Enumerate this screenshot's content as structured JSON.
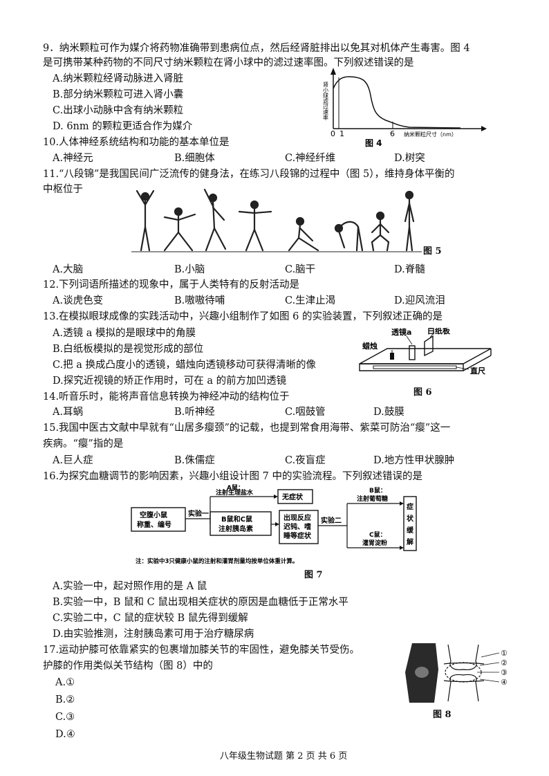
{
  "q9": {
    "stem1": "9．纳米颗粒可作为媒介将药物准确带到患病位点，然后经肾脏排出以免其对机体产生毒害。图 4",
    "stem2": "是可携带某种药物的不同尺寸纳米颗粒在肾小球中的滤过速率图。下列叙述错误的是",
    "opts": [
      "A.纳米颗粒经肾动脉进入肾脏",
      "B.部分纳米颗粒可进入肾小囊",
      "C.出球小动脉中含有纳米颗粒",
      "D. 6nm 的颗粒更适合作为媒介"
    ],
    "chart": {
      "ylabel": "肾小球滤过速率",
      "xlabel": "纳米颗粒尺寸（nm）",
      "ticks": [
        "0",
        "1",
        "6"
      ],
      "caption": "图 4"
    }
  },
  "q10": {
    "stem": "10.人体神经系统结构和功能的基本单位是",
    "opts": [
      "A.神经元",
      "B.细胞体",
      "C.神经纤维",
      "D.树突"
    ]
  },
  "q11": {
    "stem1": "11.“八段锦”是我国民间广泛流传的健身法，在练习八段锦的过程中（图 5），维持身体平衡的",
    "stem2": "中枢位于",
    "caption": "图 5",
    "opts": [
      "A.大脑",
      "B.小脑",
      "C.脑干",
      "D.脊髓"
    ]
  },
  "q12": {
    "stem": "12.下列词语所描述的现象中，属于人类特有的反射活动是",
    "opts": [
      "A.谈虎色变",
      "B.嗷嗷待哺",
      "C.生津止渴",
      "D.迎风流泪"
    ]
  },
  "q13": {
    "stem": "13.在模拟眼球成像的实践活动中，兴趣小组制作了如图 6 的实验装置，下列叙述正确的是",
    "opts": [
      "A.透镜 a 模拟的是眼球中的角膜",
      "B.白纸板模拟的是视觉形成的部位",
      "C.把 a 换成凸度小的透镜，蜡烛向透镜移动可获得清晰的像",
      "D.探究近视镜的矫正作用时，可在 a 的前方加凹透镜"
    ],
    "labels": {
      "lens": "透镜a",
      "board": "白纸板",
      "candle": "蜡烛",
      "ruler": "直尺"
    },
    "caption": "图 6"
  },
  "q14": {
    "stem": "14.听音乐时，能将声音信息转换为神经冲动的结构位于",
    "opts": [
      "A.耳蜗",
      "B.听神经",
      "C.咽鼓管",
      "D.鼓膜"
    ]
  },
  "q15": {
    "stem1": "15.我国中医古文献中早就有“山居多瘿颈”的记载，也提到常食用海带、紫菜可防治“瘿”这一",
    "stem2": "疾病。“瘿”指的是",
    "opts": [
      "A.巨人症",
      "B.侏儒症",
      "C.夜盲症",
      "D.地方性甲状腺肿"
    ]
  },
  "q16": {
    "stem": "16.为探究血糖调节的影响因素，兴趣小组设计图 7 中的实验流程。下列叙述错误的是",
    "flow": {
      "start1": "空腹小鼠",
      "start2": "称重、编号",
      "exp1": "实验一",
      "exp2": "实验二",
      "a1": "A鼠：",
      "a2": "注射生理盐水",
      "none": "无症状",
      "bc1": "B鼠和C鼠",
      "bc2": "注射胰岛素",
      "react1": "出现反应",
      "react2": "迟钝、嗜",
      "react3": "睡等症状",
      "b1": "B鼠：",
      "b2": "注射葡萄糖",
      "c1": "C鼠：",
      "c2": "灌胃淀粉",
      "relief": [
        "症",
        "状",
        "缓",
        "解"
      ],
      "note": "注：实验中3只健康小鼠的注射和灌胃剂量均按单位体重计算。"
    },
    "caption": "图 7",
    "opts": [
      "A.实验一中，起对照作用的是 A 鼠",
      "B.实验一中，B 鼠和 C 鼠出现相关症状的原因是血糖低于正常水平",
      "C.实验二中，C 鼠的症状较 B 鼠先得到缓解",
      "D.由实验推测，注射胰岛素可用于治疗糖尿病"
    ]
  },
  "q17": {
    "stem1": "17.运动护膝可依靠紧实的包裹增加膝关节的牢固性，避免膝关节受伤。",
    "stem2": "护膝的作用类似关节结构（图 8）中的",
    "opts": [
      "A.①",
      "B.②",
      "C.③",
      "D.④"
    ],
    "marks": [
      "①",
      "②",
      "③",
      "④"
    ],
    "caption": "图 8"
  },
  "footer": "八年级生物试题 第 2 页 共 6 页"
}
